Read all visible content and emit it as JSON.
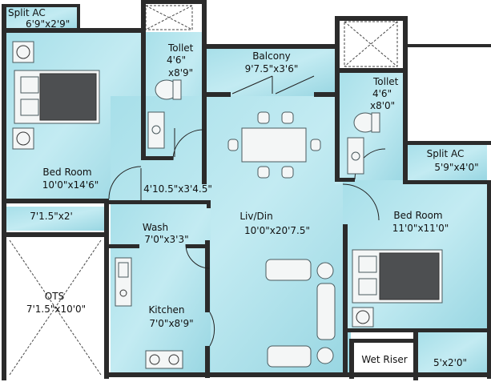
{
  "rooms": {
    "split_ac_1": {
      "name": "Split AC",
      "dim": "6'9\"x2'9\""
    },
    "toilet_1": {
      "name": "Tollet",
      "dim1": "4'6\"",
      "dim2": "x8'9\""
    },
    "balcony": {
      "name": "Balcony",
      "dim": "9'7.5\"x3'6\""
    },
    "toilet_2": {
      "name": "Tollet",
      "dim1": "4'6\"",
      "dim2": "x8'0\""
    },
    "split_ac_2": {
      "name": "Split AC",
      "dim": "5'9\"x4'0\""
    },
    "bedroom_1": {
      "name": "Bed Room",
      "dim": "10'0\"x14'6\""
    },
    "passage": {
      "dim": "4'10.5\"x3'4.5\""
    },
    "ledge": {
      "dim": "7'1.5\"x2'"
    },
    "wash": {
      "name": "Wash",
      "dim": "7'0\"x3'3\""
    },
    "liv_din": {
      "name": "Liv/Din",
      "dim": "10'0\"x20'7.5\""
    },
    "bedroom_2": {
      "name": "Bed Room",
      "dim": "11'0\"x11'0\""
    },
    "ots": {
      "name": "OTS",
      "dim": "7'1.5\"x10'0\""
    },
    "kitchen": {
      "name": "Kitchen",
      "dim": "7'0\"x8'9\""
    },
    "wet_riser": {
      "name": "Wet Riser"
    },
    "ledge_2": {
      "dim": "5'x2'0\""
    }
  },
  "colors": {
    "floor": "#9fdbe6",
    "floor_light": "#c9eef3",
    "wall": "#2b2b2b"
  }
}
